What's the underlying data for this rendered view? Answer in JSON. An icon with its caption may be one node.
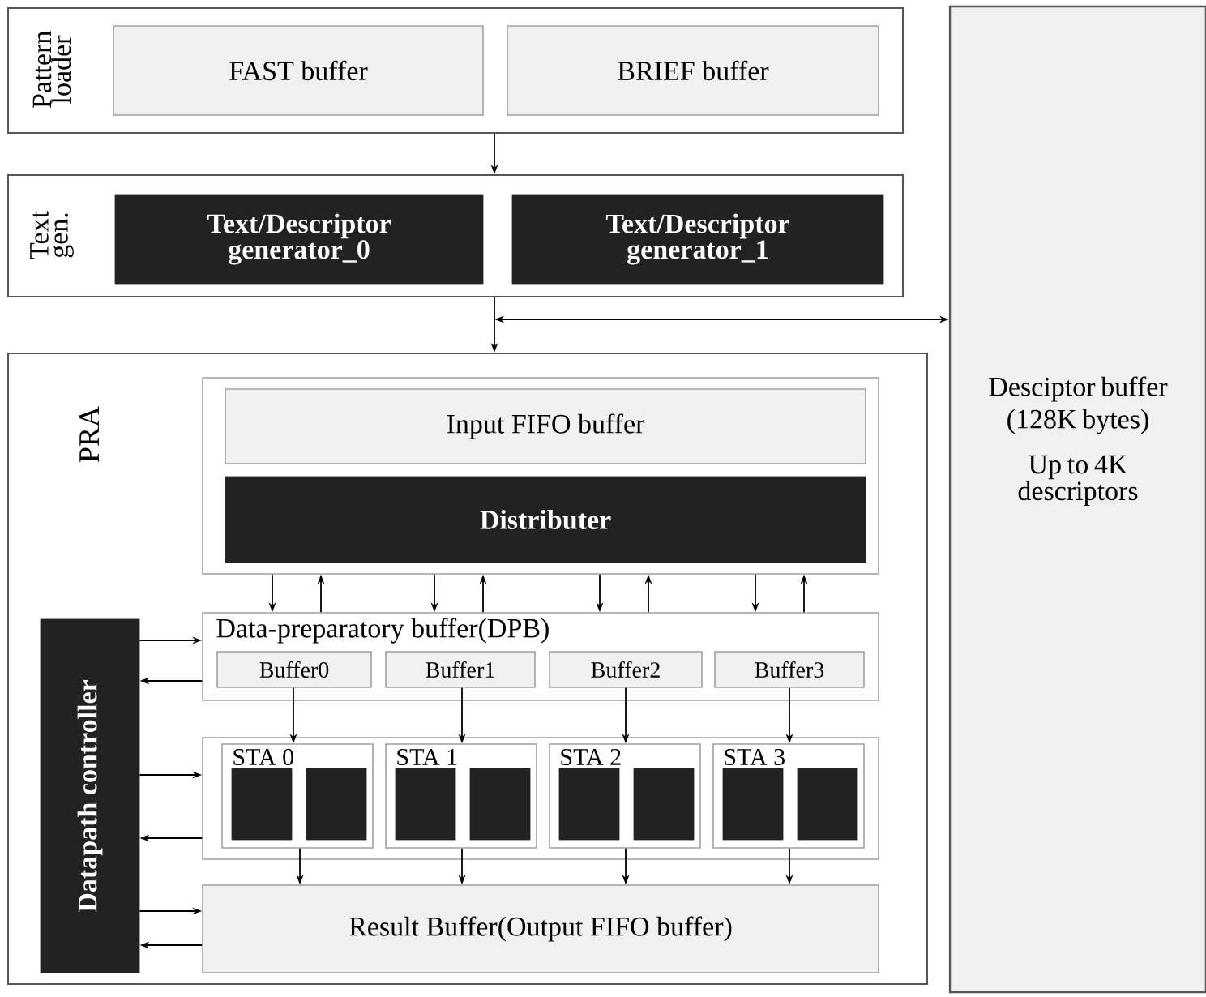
{
  "diagram": {
    "nodes": [
      {
        "text": [
          "Pattern loader"
        ]
      },
      {
        "text": [
          "FAST buffer"
        ],
        "in": 0
      },
      {
        "text": [
          "BRIEF buffer"
        ],
        "in": 0
      },
      {
        "text": [
          "Text gen."
        ]
      },
      {
        "text": [
          "Text/Descriptor generator_0"
        ],
        "in": 3
      },
      {
        "text": [
          "Text/Descriptor generator_1"
        ],
        "in": 3
      },
      {
        "text": [
          "Desciptor buffer (128K bytes)",
          "Up to 4K descriptors"
        ]
      },
      {
        "text": [
          "PRA"
        ]
      },
      {
        "text": [],
        "shape": "box",
        "in": 7
      },
      {
        "text": [
          "Input FIFO buffer"
        ],
        "in": 8
      },
      {
        "text": [
          "Distributer"
        ],
        "in": 8
      },
      {
        "text": [
          "Datapath controller"
        ],
        "in": 7
      },
      {
        "text": [
          "Data-preparatory buffer(DPB)"
        ],
        "in": 7
      },
      {
        "text": [
          "Buffer0"
        ],
        "in": 12
      },
      {
        "text": [
          "Buffer1"
        ],
        "in": 12
      },
      {
        "text": [
          "Buffer2"
        ],
        "in": 12
      },
      {
        "text": [
          "Buffer3"
        ],
        "in": 12
      },
      {
        "text": [],
        "shape": "box",
        "in": 7
      },
      {
        "text": [
          "STA 0"
        ],
        "in": 17
      },
      {
        "text": [
          "STA 1"
        ],
        "in": 17
      },
      {
        "text": [
          "STA 2"
        ],
        "in": 17
      },
      {
        "text": [
          "STA 3"
        ],
        "in": 17
      },
      {
        "text": [],
        "shape": "box",
        "in": 18
      },
      {
        "text": [],
        "shape": "box",
        "in": 18
      },
      {
        "text": [],
        "shape": "box",
        "in": 19
      },
      {
        "text": [],
        "shape": "box",
        "in": 19
      },
      {
        "text": [],
        "shape": "box",
        "in": 20
      },
      {
        "text": [],
        "shape": "box",
        "in": 20
      },
      {
        "text": [],
        "shape": "box",
        "in": 21
      },
      {
        "text": [],
        "shape": "box",
        "in": 21
      },
      {
        "text": [
          "Result Buffer(Output FIFO buffer)"
        ],
        "in": 7
      }
    ],
    "edges": [
      {
        "from": 0,
        "to": 3,
        "arrow": "to"
      },
      {
        "from": 3,
        "to": 7,
        "arrow": "to"
      },
      {
        "from": null,
        "to": 6,
        "arrow": "both"
      },
      {
        "from": 8,
        "to": 12,
        "arrow": "to"
      },
      {
        "from": 12,
        "to": 8,
        "arrow": "to"
      },
      {
        "from": 8,
        "to": 12,
        "arrow": "to"
      },
      {
        "from": 12,
        "to": 8,
        "arrow": "to"
      },
      {
        "from": 8,
        "to": 12,
        "arrow": "to"
      },
      {
        "from": 12,
        "to": 8,
        "arrow": "to"
      },
      {
        "from": 8,
        "to": 12,
        "arrow": "to"
      },
      {
        "from": 12,
        "to": 8,
        "arrow": "to"
      },
      {
        "from": 13,
        "to": 18,
        "arrow": "to"
      },
      {
        "from": 14,
        "to": 19,
        "arrow": "to"
      },
      {
        "from": 15,
        "to": 20,
        "arrow": "to"
      },
      {
        "from": 16,
        "to": 21,
        "arrow": "to"
      },
      {
        "from": 18,
        "to": 30,
        "arrow": "to"
      },
      {
        "from": 19,
        "to": 30,
        "arrow": "to"
      },
      {
        "from": 20,
        "to": 30,
        "arrow": "to"
      },
      {
        "from": 21,
        "to": 30,
        "arrow": "to"
      },
      {
        "from": 11,
        "to": 12,
        "arrow": "to"
      },
      {
        "from": 12,
        "to": 11,
        "arrow": "to"
      },
      {
        "from": 11,
        "to": 17,
        "arrow": "to"
      },
      {
        "from": 17,
        "to": 11,
        "arrow": "to"
      },
      {
        "from": 11,
        "to": 30,
        "arrow": "to"
      },
      {
        "from": 30,
        "to": 11,
        "arrow": "to"
      }
    ]
  }
}
